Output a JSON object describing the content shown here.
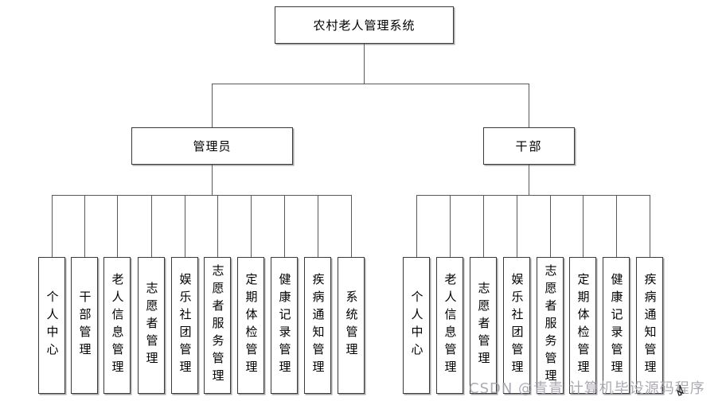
{
  "diagram": {
    "root": "农村老人管理系统",
    "branches": [
      {
        "label": "管理员",
        "children": [
          "个人中心",
          "干部管理",
          "老人信息管理",
          "志愿者管理",
          "娱乐社团管理",
          "志愿者服务管理",
          "定期体检管理",
          "健康记录管理",
          "疾病通知管理",
          "系统管理"
        ]
      },
      {
        "label": "干部",
        "children": [
          "个人中心",
          "老人信息管理",
          "志愿者管理",
          "娱乐社团管理",
          "志愿者服务管理",
          "定期体检管理",
          "健康记录管理",
          "疾病通知管理"
        ]
      }
    ],
    "watermark": "CSDN @青青 计算机毕设源码程序",
    "colors": {
      "background": "#ffffff",
      "line": "#595959",
      "box_border": "#3a3a3a",
      "box_shadow": "#a6a6a6",
      "text": "#000000",
      "watermark": "#a4a0aa"
    }
  }
}
